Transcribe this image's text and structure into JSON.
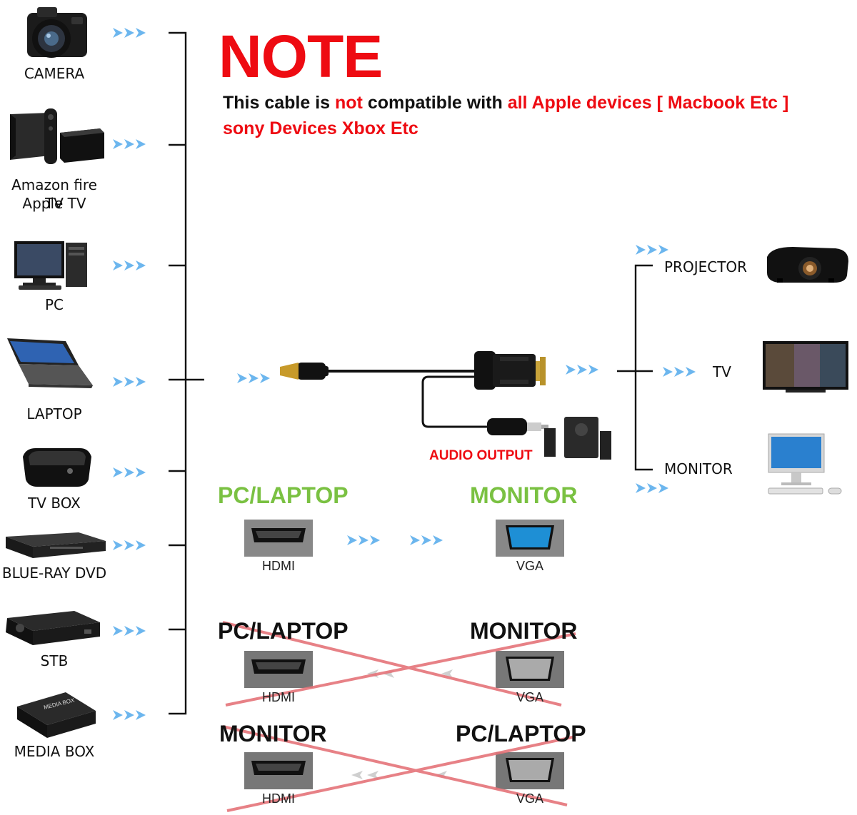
{
  "note": {
    "title": "NOTE",
    "line1_a": "This cable is ",
    "line1_b": "not",
    "line1_c": " compatible with ",
    "line1_d": "all Apple devices [ Macbook Etc ]",
    "line2": "sony Devices Xbox Etc"
  },
  "sources": [
    {
      "label": "CAMERA",
      "icon": "camera-icon"
    },
    {
      "label": "Amazon fire TV",
      "label2": "Apple TV",
      "icon": "streaming-box-icon"
    },
    {
      "label": "PC",
      "icon": "desktop-pc-icon"
    },
    {
      "label": "LAPTOP",
      "icon": "laptop-icon"
    },
    {
      "label": "TV BOX",
      "icon": "tv-box-icon"
    },
    {
      "label": "BLUE-RAY DVD",
      "icon": "bluray-player-icon"
    },
    {
      "label": "STB",
      "icon": "set-top-box-icon"
    },
    {
      "label": "MEDIA BOX",
      "icon": "media-box-icon"
    }
  ],
  "targets": [
    {
      "label": "PROJECTOR",
      "icon": "projector-icon"
    },
    {
      "label": "TV",
      "icon": "tv-icon"
    },
    {
      "label": "MONITOR",
      "icon": "monitor-icon"
    }
  ],
  "cable": {
    "audio_label": "AUDIO OUTPUT"
  },
  "compat": [
    {
      "from": "PC/LAPTOP",
      "to": "MONITOR",
      "from_port": "HDMI",
      "to_port": "VGA",
      "supported": true
    },
    {
      "from": "PC/LAPTOP",
      "to": "MONITOR",
      "from_port": "HDMI",
      "to_port": "VGA",
      "supported": false
    },
    {
      "from": "MONITOR",
      "to": "PC/LAPTOP",
      "from_port": "HDMI",
      "to_port": "VGA",
      "supported": false
    }
  ],
  "colors": {
    "red": "#ee0b12",
    "green": "#7ac142",
    "arrow": "#6cb6ee",
    "cross": "#e5747a"
  },
  "media_box_device_text": "MEDIA BOX"
}
